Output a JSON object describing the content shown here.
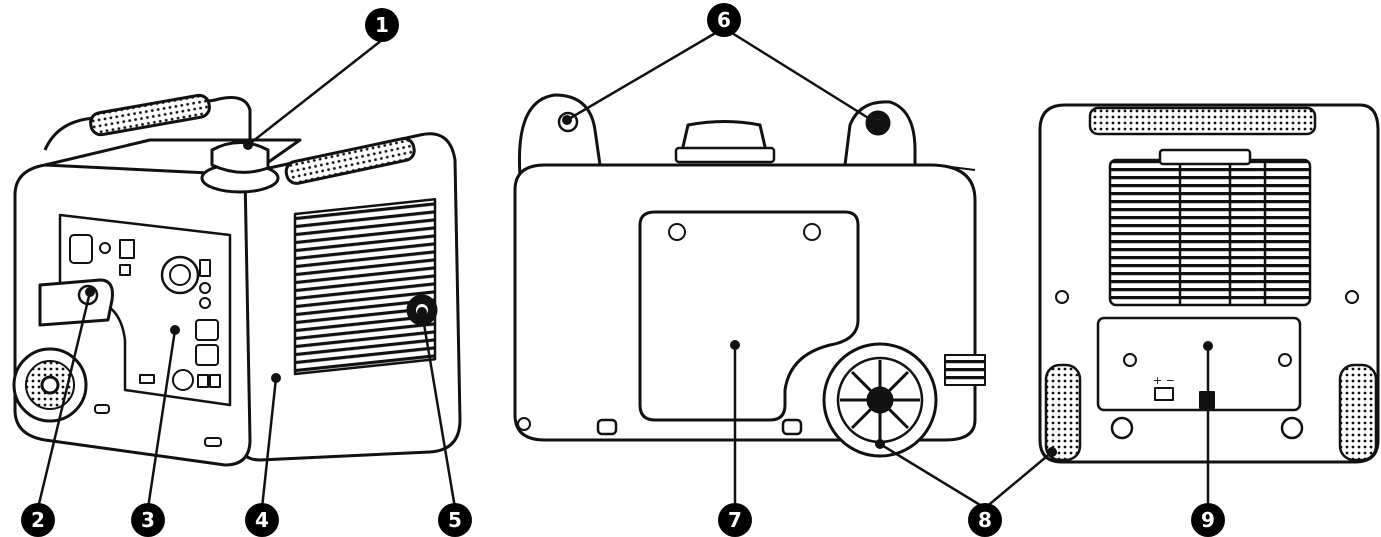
{
  "diagram": {
    "views": [
      "front-left-view",
      "side-view",
      "rear-view"
    ],
    "callouts": [
      {
        "id": 1,
        "label": "1"
      },
      {
        "id": 2,
        "label": "2"
      },
      {
        "id": 3,
        "label": "3"
      },
      {
        "id": 4,
        "label": "4"
      },
      {
        "id": 5,
        "label": "5"
      },
      {
        "id": 6,
        "label": "6"
      },
      {
        "id": 7,
        "label": "7"
      },
      {
        "id": 8,
        "label": "8"
      },
      {
        "id": 9,
        "label": "9"
      }
    ],
    "battery_symbol_text": "+ −",
    "colors": {
      "line": "#111111",
      "fill": "#ffffff",
      "callout": "#000000"
    }
  }
}
